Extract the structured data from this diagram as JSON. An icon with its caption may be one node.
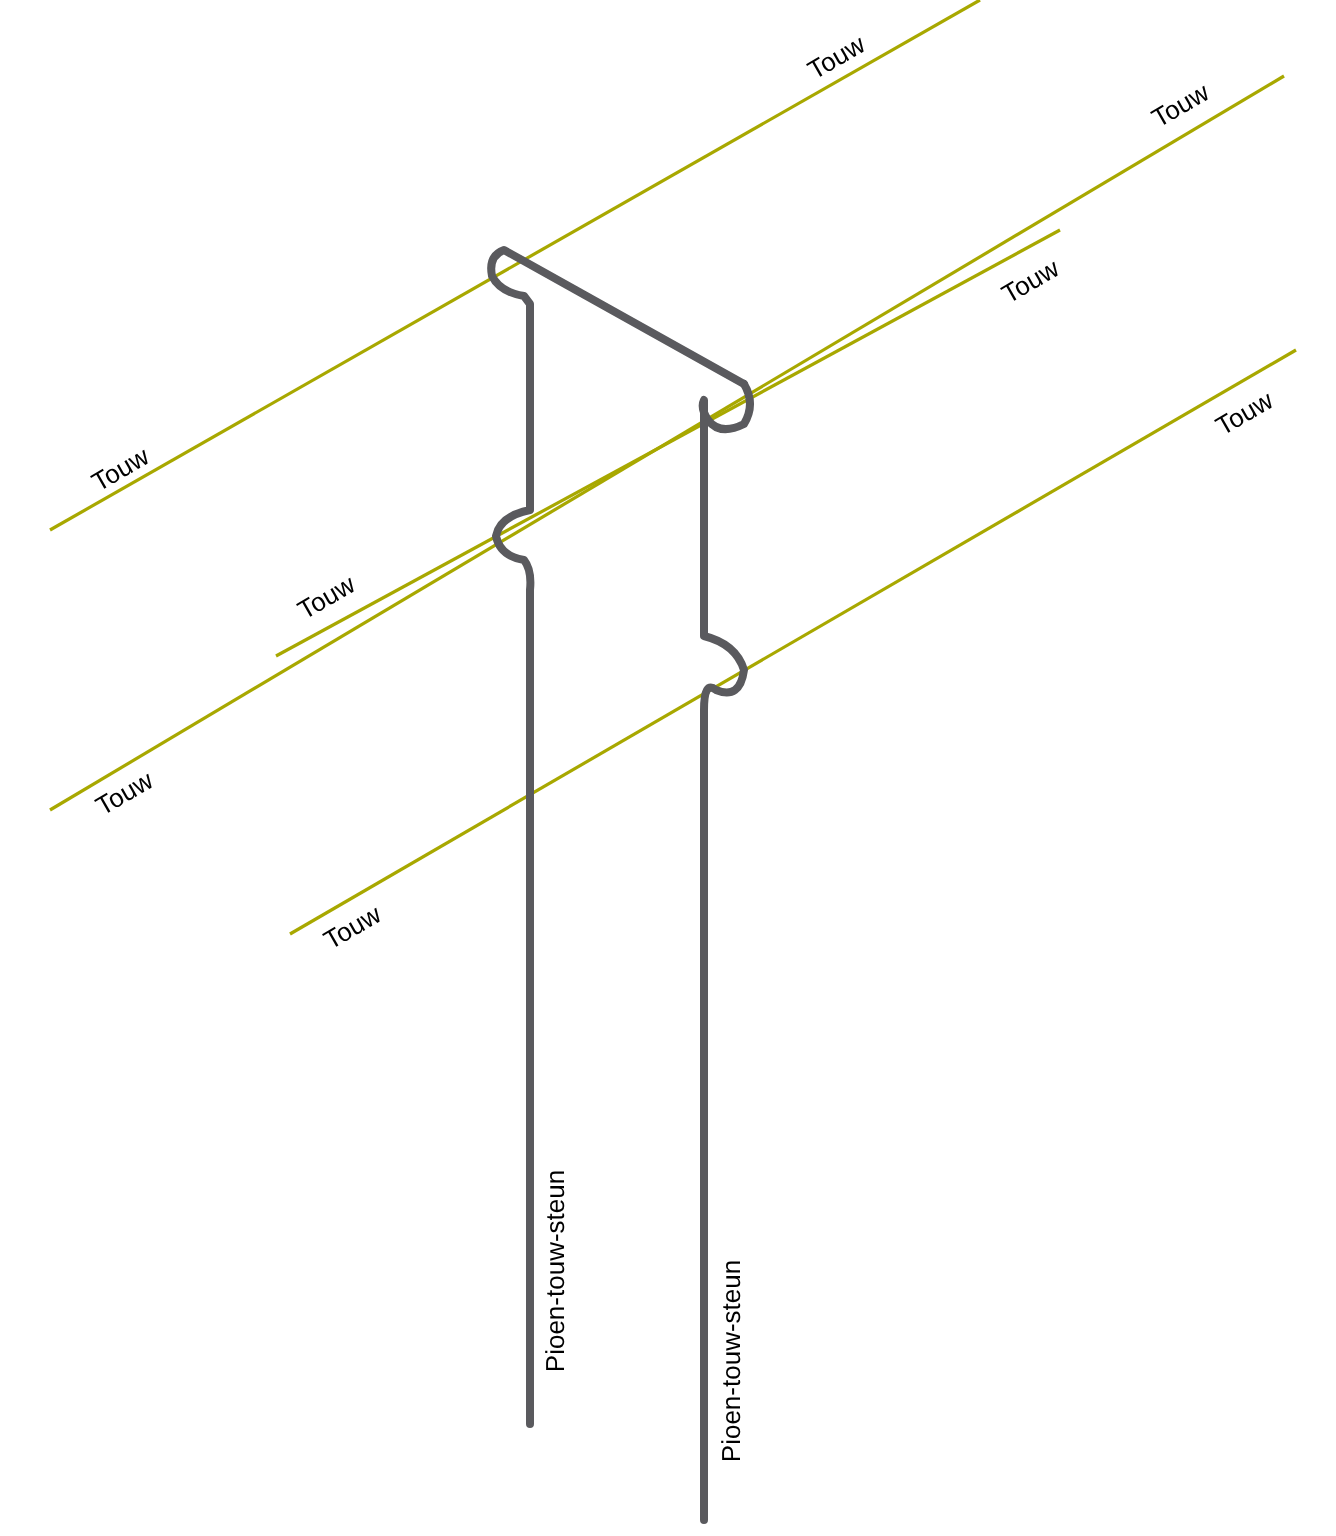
{
  "diagram": {
    "labels": [
      "Touw",
      "Touw",
      "Touw",
      "Touw",
      "Touw",
      "Touw",
      "Touw",
      "Touw",
      "Pioen-touw-steun",
      "Pioen-touw-steun"
    ]
  }
}
